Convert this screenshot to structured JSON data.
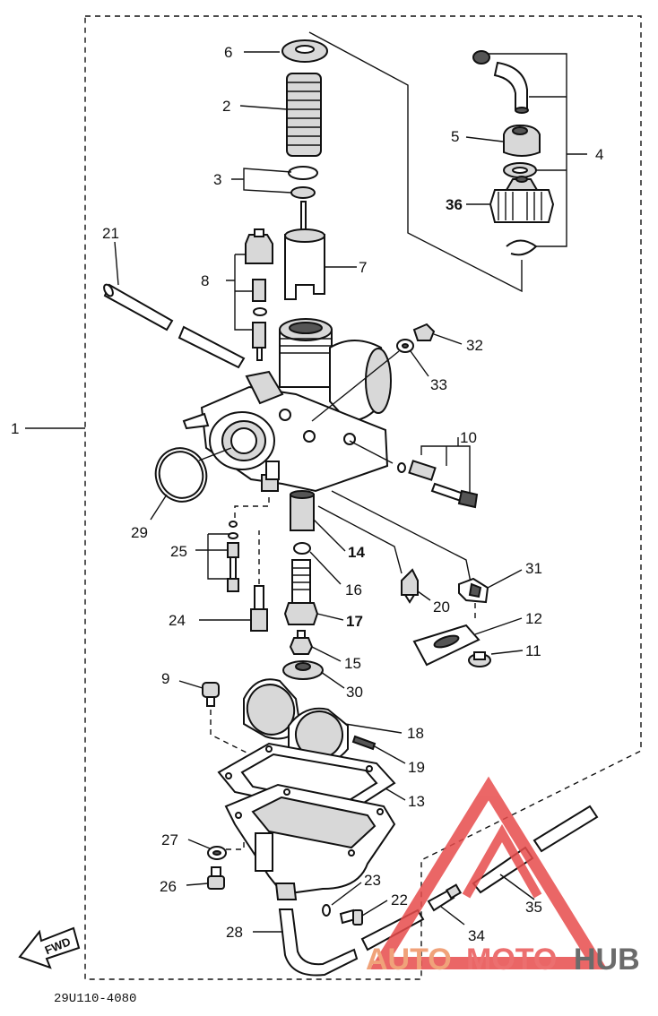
{
  "labels": {
    "l1": "1",
    "l2": "2",
    "l3": "3",
    "l4": "4",
    "l5": "5",
    "l6": "6",
    "l7": "7",
    "l8": "8",
    "l9": "9",
    "l10": "10",
    "l11": "11",
    "l12": "12",
    "l13": "13",
    "l14": "14",
    "l15": "15",
    "l16": "16",
    "l17": "17",
    "l18": "18",
    "l19": "19",
    "l20": "20",
    "l21": "21",
    "l22": "22",
    "l23": "23",
    "l24": "24",
    "l25": "25",
    "l26": "26",
    "l27": "27",
    "l28": "28",
    "l29": "29",
    "l30": "30",
    "l31": "31",
    "l32": "32",
    "l33": "33",
    "l34": "34",
    "l35": "35",
    "l36": "36"
  },
  "diagram_code": "29U110-4080",
  "fwd_label": "FWD",
  "watermark": {
    "part1": "AUTO",
    "part2": "MOTO",
    "part3": "HUB"
  },
  "colors": {
    "ink": "#111111",
    "watermark_triangle": "#e74c4c",
    "watermark_grey": "#6b6b6b"
  }
}
